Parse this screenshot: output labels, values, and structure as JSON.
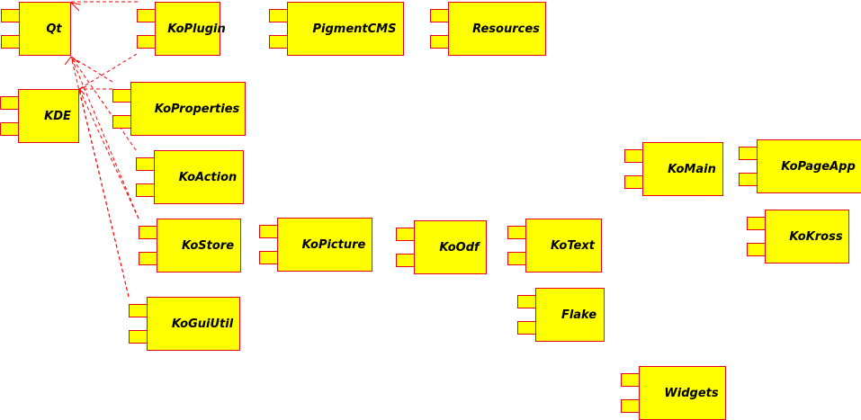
{
  "diagram": {
    "components": [
      {
        "id": "qt",
        "name": "Qt"
      },
      {
        "id": "koplugin",
        "name": "KoPlugin"
      },
      {
        "id": "pigmentcms",
        "name": "PigmentCMS"
      },
      {
        "id": "resources",
        "name": "Resources"
      },
      {
        "id": "kde",
        "name": "KDE"
      },
      {
        "id": "koproperties",
        "name": "KoProperties"
      },
      {
        "id": "koaction",
        "name": "KoAction"
      },
      {
        "id": "kostore",
        "name": "KoStore"
      },
      {
        "id": "koguiutil",
        "name": "KoGuiUtil"
      },
      {
        "id": "kopicture",
        "name": "KoPicture"
      },
      {
        "id": "koodf",
        "name": "KoOdf"
      },
      {
        "id": "kotext",
        "name": "KoText"
      },
      {
        "id": "flake",
        "name": "Flake"
      },
      {
        "id": "widgets",
        "name": "Widgets"
      },
      {
        "id": "komain",
        "name": "KoMain"
      },
      {
        "id": "kopageapp",
        "name": "KoPageApp"
      },
      {
        "id": "kokross",
        "name": "KoKross"
      }
    ],
    "dependencies": [
      {
        "from": "koplugin",
        "to": "qt"
      },
      {
        "from": "koplugin",
        "to": "kde"
      },
      {
        "from": "koproperties",
        "to": "kde"
      },
      {
        "from": "koproperties",
        "to": "qt"
      },
      {
        "from": "koaction",
        "to": "qt"
      },
      {
        "from": "kostore",
        "to": "qt"
      },
      {
        "from": "kostore",
        "to": "kde"
      },
      {
        "from": "koguiutil",
        "to": "qt"
      },
      {
        "from": "koguiutil",
        "to": "kde"
      }
    ],
    "colors": {
      "fill": "#ffff00",
      "stroke": "#e8001c",
      "link": "#ff0000"
    }
  }
}
